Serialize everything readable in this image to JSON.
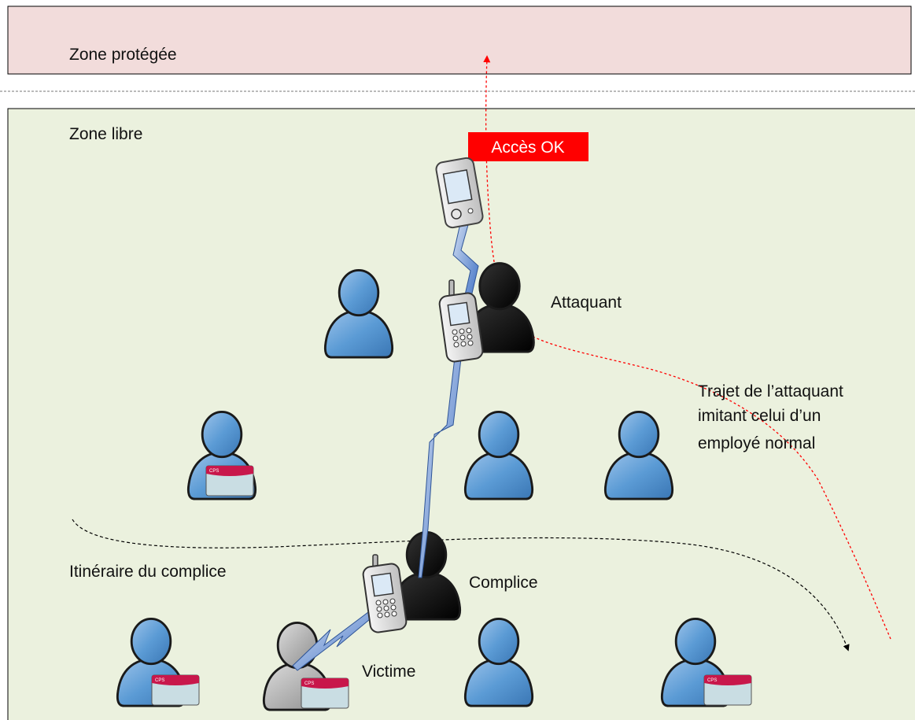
{
  "zones": {
    "protected_label": "Zone protégée",
    "free_label": "Zone libre",
    "protected_fill": "#f2dcdb",
    "free_fill": "#ebf1de"
  },
  "access_badge": {
    "label": "Accès OK",
    "color": "#ff0000",
    "text_color": "#ffffff"
  },
  "labels": {
    "attacker": "Attaquant",
    "accomplice": "Complice",
    "victim": "Victime",
    "accomplice_route": "Itinéraire du complice",
    "attacker_path_line1": "Trajet de l’attaquant",
    "attacker_path_line2": "imitant celui d’un",
    "attacker_path_line3": "employé normal"
  },
  "card": {
    "text": "CPS",
    "band_color": "#c8174b",
    "body_color": "#c9dde3"
  },
  "colors": {
    "employee": "#5b9bd5",
    "attacker": "#000000",
    "victim": "#a6a6a6",
    "link": "#3c6fc4",
    "attacker_path": "#ff0000"
  },
  "icons": {
    "reader": "card-reader-icon",
    "phone": "mobile-phone-icon",
    "person": "person-icon"
  }
}
